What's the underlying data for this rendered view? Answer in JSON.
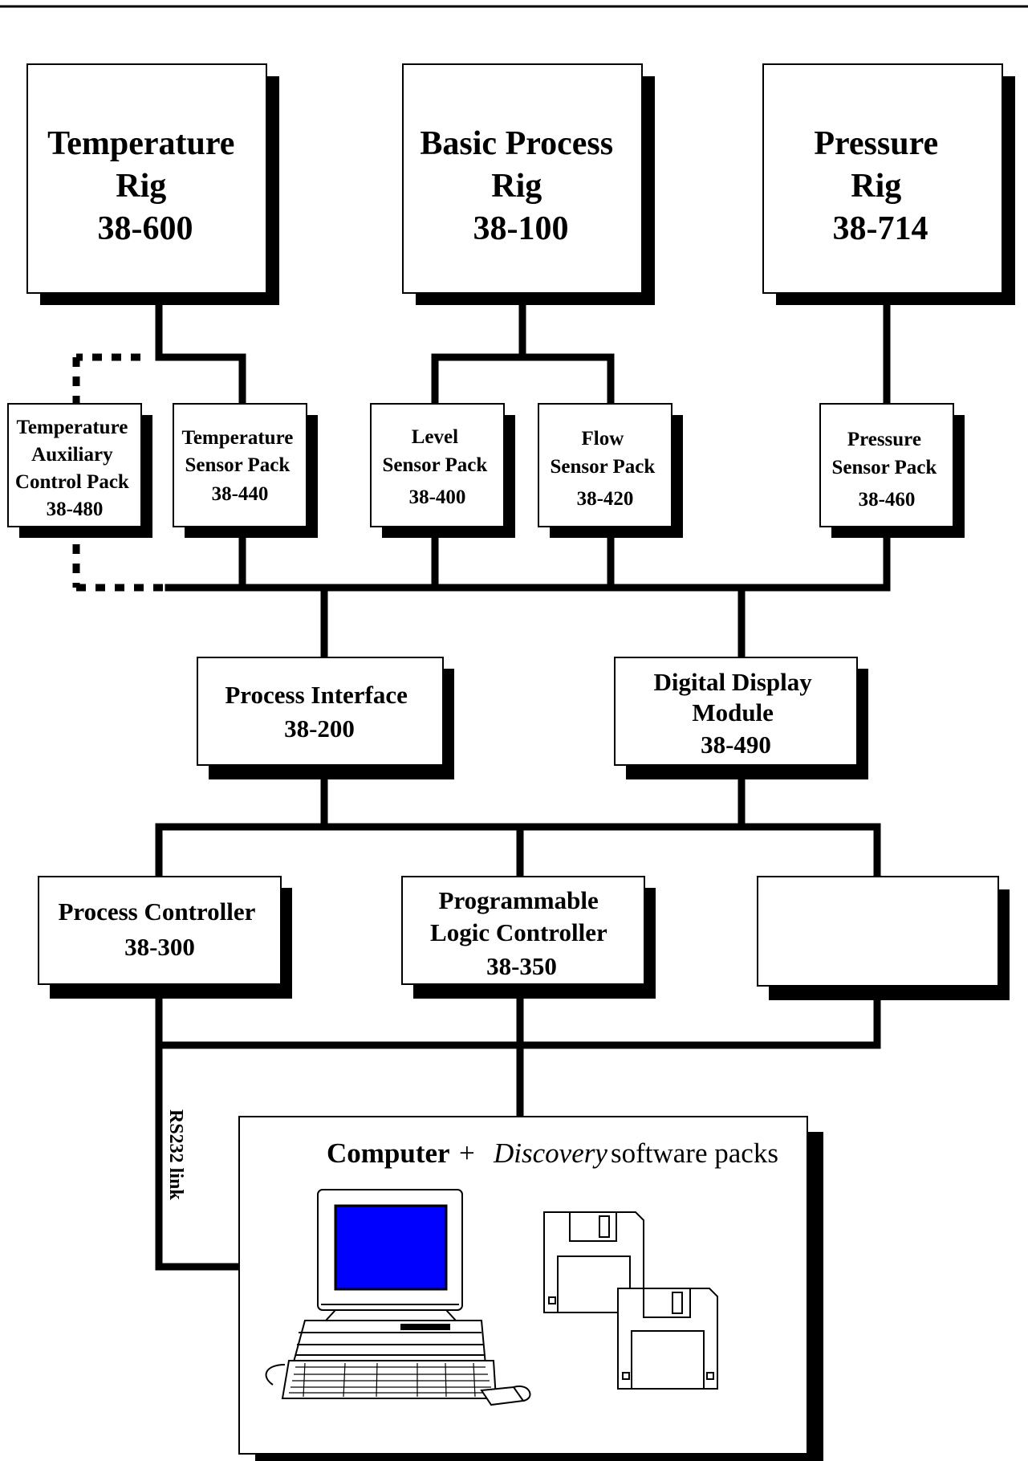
{
  "boxes": {
    "temperature_rig": {
      "lines": [
        "Temperature",
        "Rig",
        "38-600"
      ]
    },
    "basic_process_rig": {
      "lines": [
        "Basic Process",
        "Rig",
        "38-100"
      ]
    },
    "pressure_rig": {
      "lines": [
        "Pressure",
        "Rig",
        "38-714"
      ]
    },
    "temperature_aux_control_pack": {
      "lines": [
        "Temperature",
        "Auxiliary",
        "Control Pack",
        "38-480"
      ]
    },
    "temperature_sensor_pack": {
      "lines": [
        "Temperature",
        "Sensor Pack",
        "38-440"
      ]
    },
    "level_sensor_pack": {
      "lines": [
        "Level",
        "Sensor Pack",
        "38-400"
      ]
    },
    "flow_sensor_pack": {
      "lines": [
        "Flow",
        "Sensor Pack",
        "38-420"
      ]
    },
    "pressure_sensor_pack": {
      "lines": [
        "Pressure",
        "Sensor Pack",
        "38-460"
      ]
    },
    "process_interface": {
      "lines": [
        "Process Interface",
        "38-200"
      ]
    },
    "digital_display_module": {
      "lines": [
        "Digital Display",
        "Module",
        "38-490"
      ]
    },
    "process_controller": {
      "lines": [
        "Process Controller",
        "38-300"
      ]
    },
    "plc": {
      "lines": [
        "Programmable",
        "Logic Controller",
        "38-350"
      ]
    },
    "empty_box": {
      "lines": []
    }
  },
  "computer_panel": {
    "title_computer": "Computer",
    "title_plus": "+",
    "title_discovery": "Discovery",
    "title_rest": "software packs"
  },
  "rs232_label": "RS232 link",
  "colors": {
    "line": "#000000",
    "shadow": "#000000",
    "box_fill": "#ffffff",
    "screen": "#0000ff"
  }
}
